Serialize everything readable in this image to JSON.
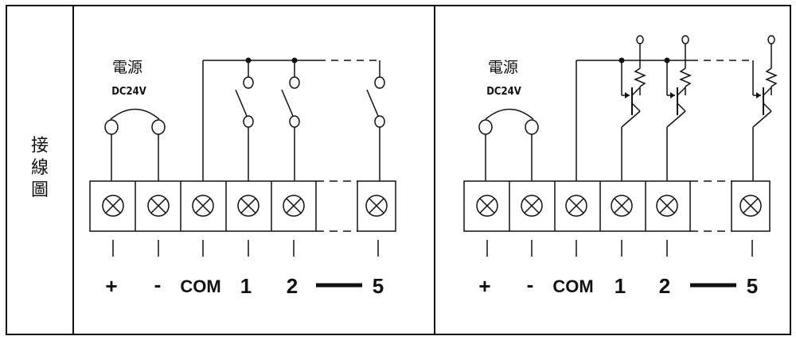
{
  "side_label": "接線圖",
  "left_panel": {
    "power_label": "電源",
    "voltage_label": "DC24V",
    "terminals": [
      "+",
      "-",
      "COM",
      "1",
      "2",
      "5"
    ]
  },
  "right_panel": {
    "power_label": "電源",
    "voltage_label": "DC24V",
    "terminals": [
      "+",
      "-",
      "COM",
      "1",
      "2",
      "5"
    ]
  }
}
